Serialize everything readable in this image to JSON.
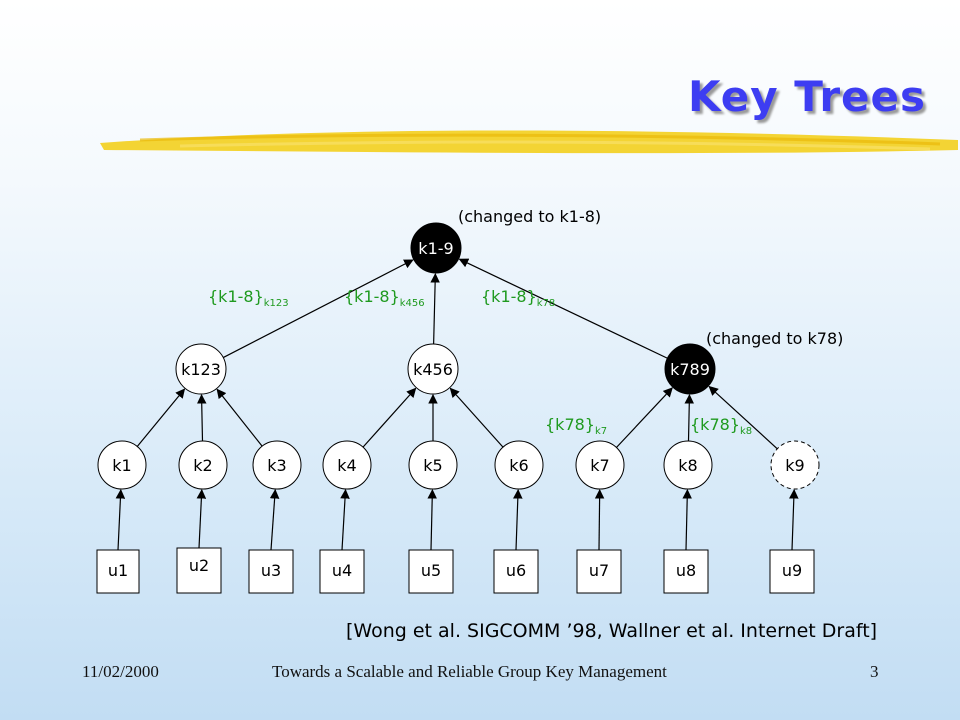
{
  "slide": {
    "title": "Key Trees",
    "citation": "[Wong et al. SIGCOMM ’98, Wallner et al. Internet Draft]",
    "footer": {
      "date": "11/02/2000",
      "title": "Towards a Scalable and Reliable Group Key Management",
      "page": "3"
    }
  },
  "colors": {
    "title": "#3d3df2",
    "highlight": "#f3cf1e",
    "encrypted_label": "#1f9a1f",
    "changed_node": "#000000"
  },
  "tree": {
    "root": {
      "label": "k1-9",
      "changed": true,
      "note": "(changed to k1-8)"
    },
    "middle": [
      {
        "label": "k123",
        "changed": false
      },
      {
        "label": "k456",
        "changed": false
      },
      {
        "label": "k789",
        "changed": true,
        "note": "(changed to k78)"
      }
    ],
    "keys": [
      {
        "label": "k1",
        "dashed": false
      },
      {
        "label": "k2",
        "dashed": false
      },
      {
        "label": "k3",
        "dashed": false
      },
      {
        "label": "k4",
        "dashed": false
      },
      {
        "label": "k5",
        "dashed": false
      },
      {
        "label": "k6",
        "dashed": false
      },
      {
        "label": "k7",
        "dashed": false
      },
      {
        "label": "k8",
        "dashed": false
      },
      {
        "label": "k9",
        "dashed": true
      }
    ],
    "users": [
      "u1",
      "u2",
      "u3",
      "u4",
      "u5",
      "u6",
      "u7",
      "u8",
      "u9"
    ],
    "encryptions_top": [
      {
        "text": "{k1-8}",
        "sub": "k123"
      },
      {
        "text": "{k1-8}",
        "sub": "k456"
      },
      {
        "text": "{k1-8}",
        "sub": "k78"
      }
    ],
    "encryptions_bottom": [
      {
        "text": "{k78}",
        "sub": "k7"
      },
      {
        "text": "{k78}",
        "sub": "k8"
      }
    ]
  }
}
